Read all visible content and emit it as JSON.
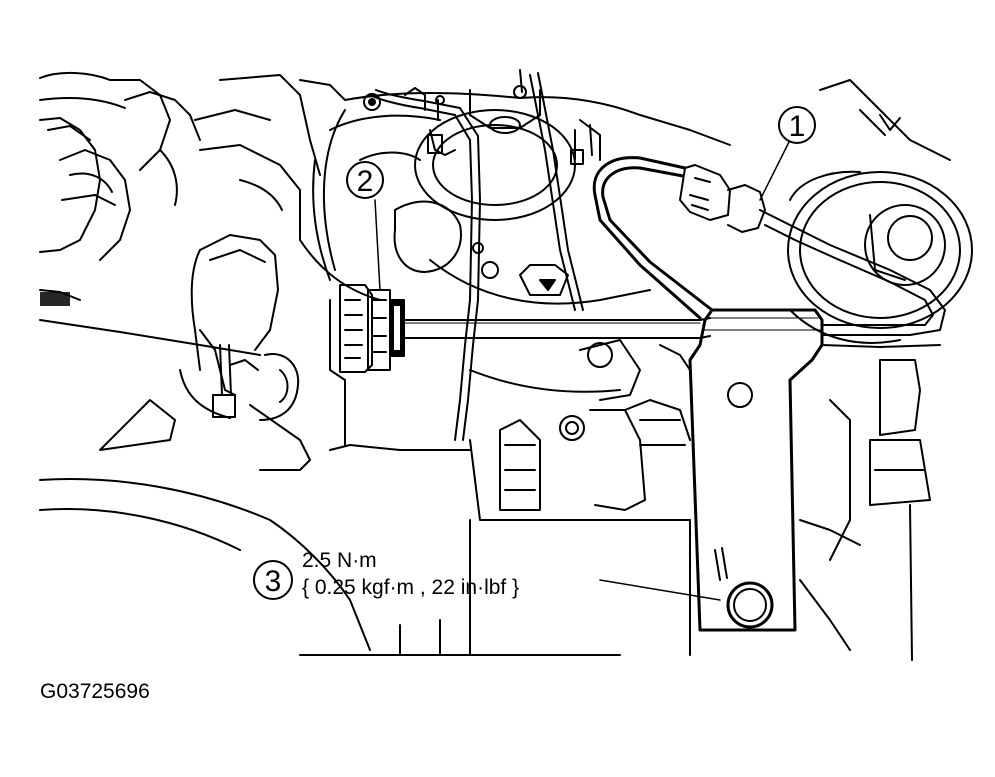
{
  "figure_id": "G03725696",
  "callouts": [
    {
      "number": "1"
    },
    {
      "number": "2"
    },
    {
      "number": "3",
      "torque_value": "2.5 N·m",
      "torque_alt": "{ 0.25 kgf·m , 22 in·lbf }"
    }
  ]
}
